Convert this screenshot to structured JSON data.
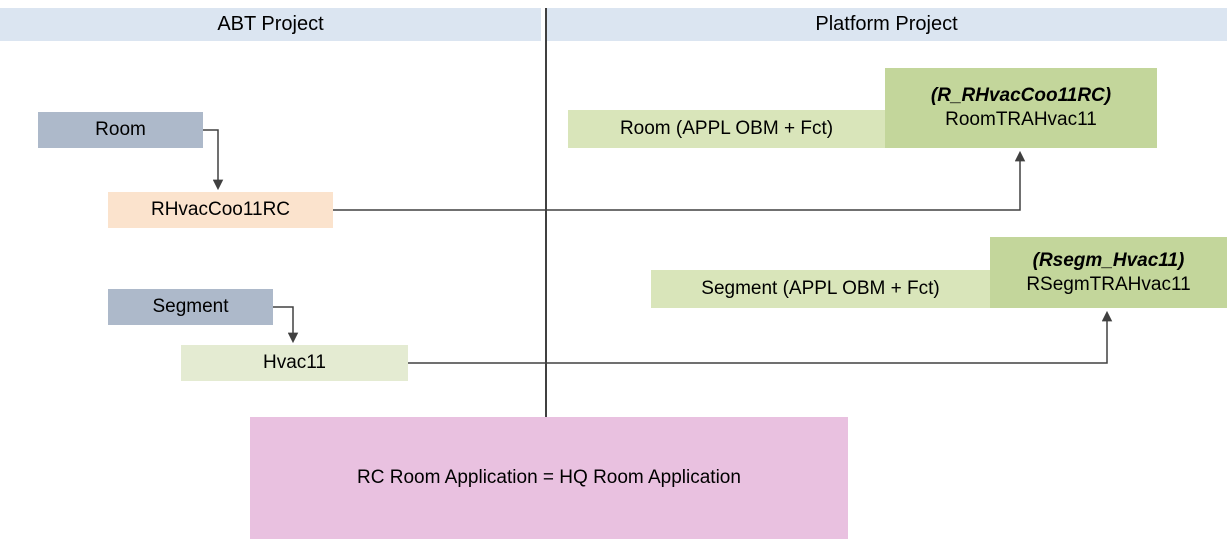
{
  "header": {
    "left": "ABT Project",
    "right": "Platform Project"
  },
  "abt": {
    "room_label": "Room",
    "rhvac_label": "RHvacCoo11RC",
    "segment_label": "Segment",
    "hvac11_label": "Hvac11"
  },
  "platform": {
    "room_appl_label": "Room (APPL OBM + Fct)",
    "room_tra_alias": "(R_RHvacCoo11RC)",
    "room_tra_label": "RoomTRAHvac11",
    "segment_appl_label": "Segment (APPL OBM + Fct)",
    "segm_tra_alias": "(Rsegm_Hvac11)",
    "segm_tra_label": "RSegmTRAHvac11"
  },
  "note": {
    "text": "RC Room Application = HQ Room Application"
  },
  "colors": {
    "header_bg": "#dbe5f1",
    "steel_box": "#adb9ca",
    "orange_box": "#fbe3cd",
    "light_green_box": "#e4ebd2",
    "appl_green_box": "#d9e5ba",
    "dark_green_box": "#c3d69b",
    "pink_box": "#e9c1e0",
    "line": "#404040"
  }
}
